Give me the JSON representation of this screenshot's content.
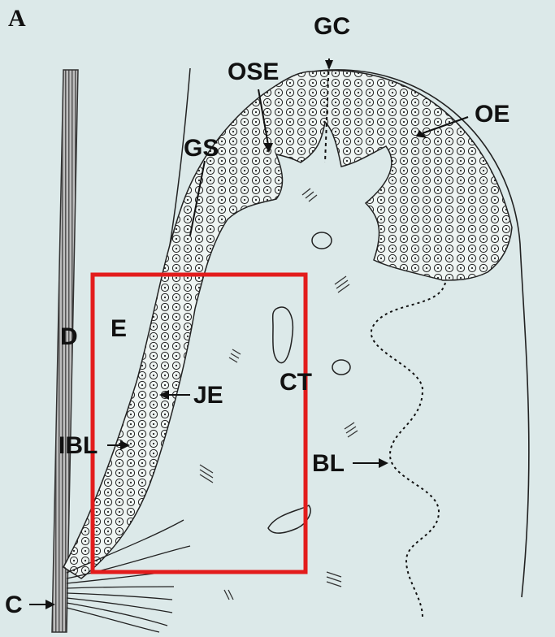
{
  "figure": {
    "panel_letter": "A",
    "colors": {
      "background": "#dce9e9",
      "ink": "#1a1a1a",
      "highlight_box": "#e31c1c"
    },
    "labels": {
      "gc": "GC",
      "ose": "OSE",
      "oe": "OE",
      "gs": "GS",
      "d": "D",
      "e": "E",
      "je": "JE",
      "ct": "CT",
      "ibl": "IBL",
      "bl": "BL",
      "c": "C"
    }
  }
}
